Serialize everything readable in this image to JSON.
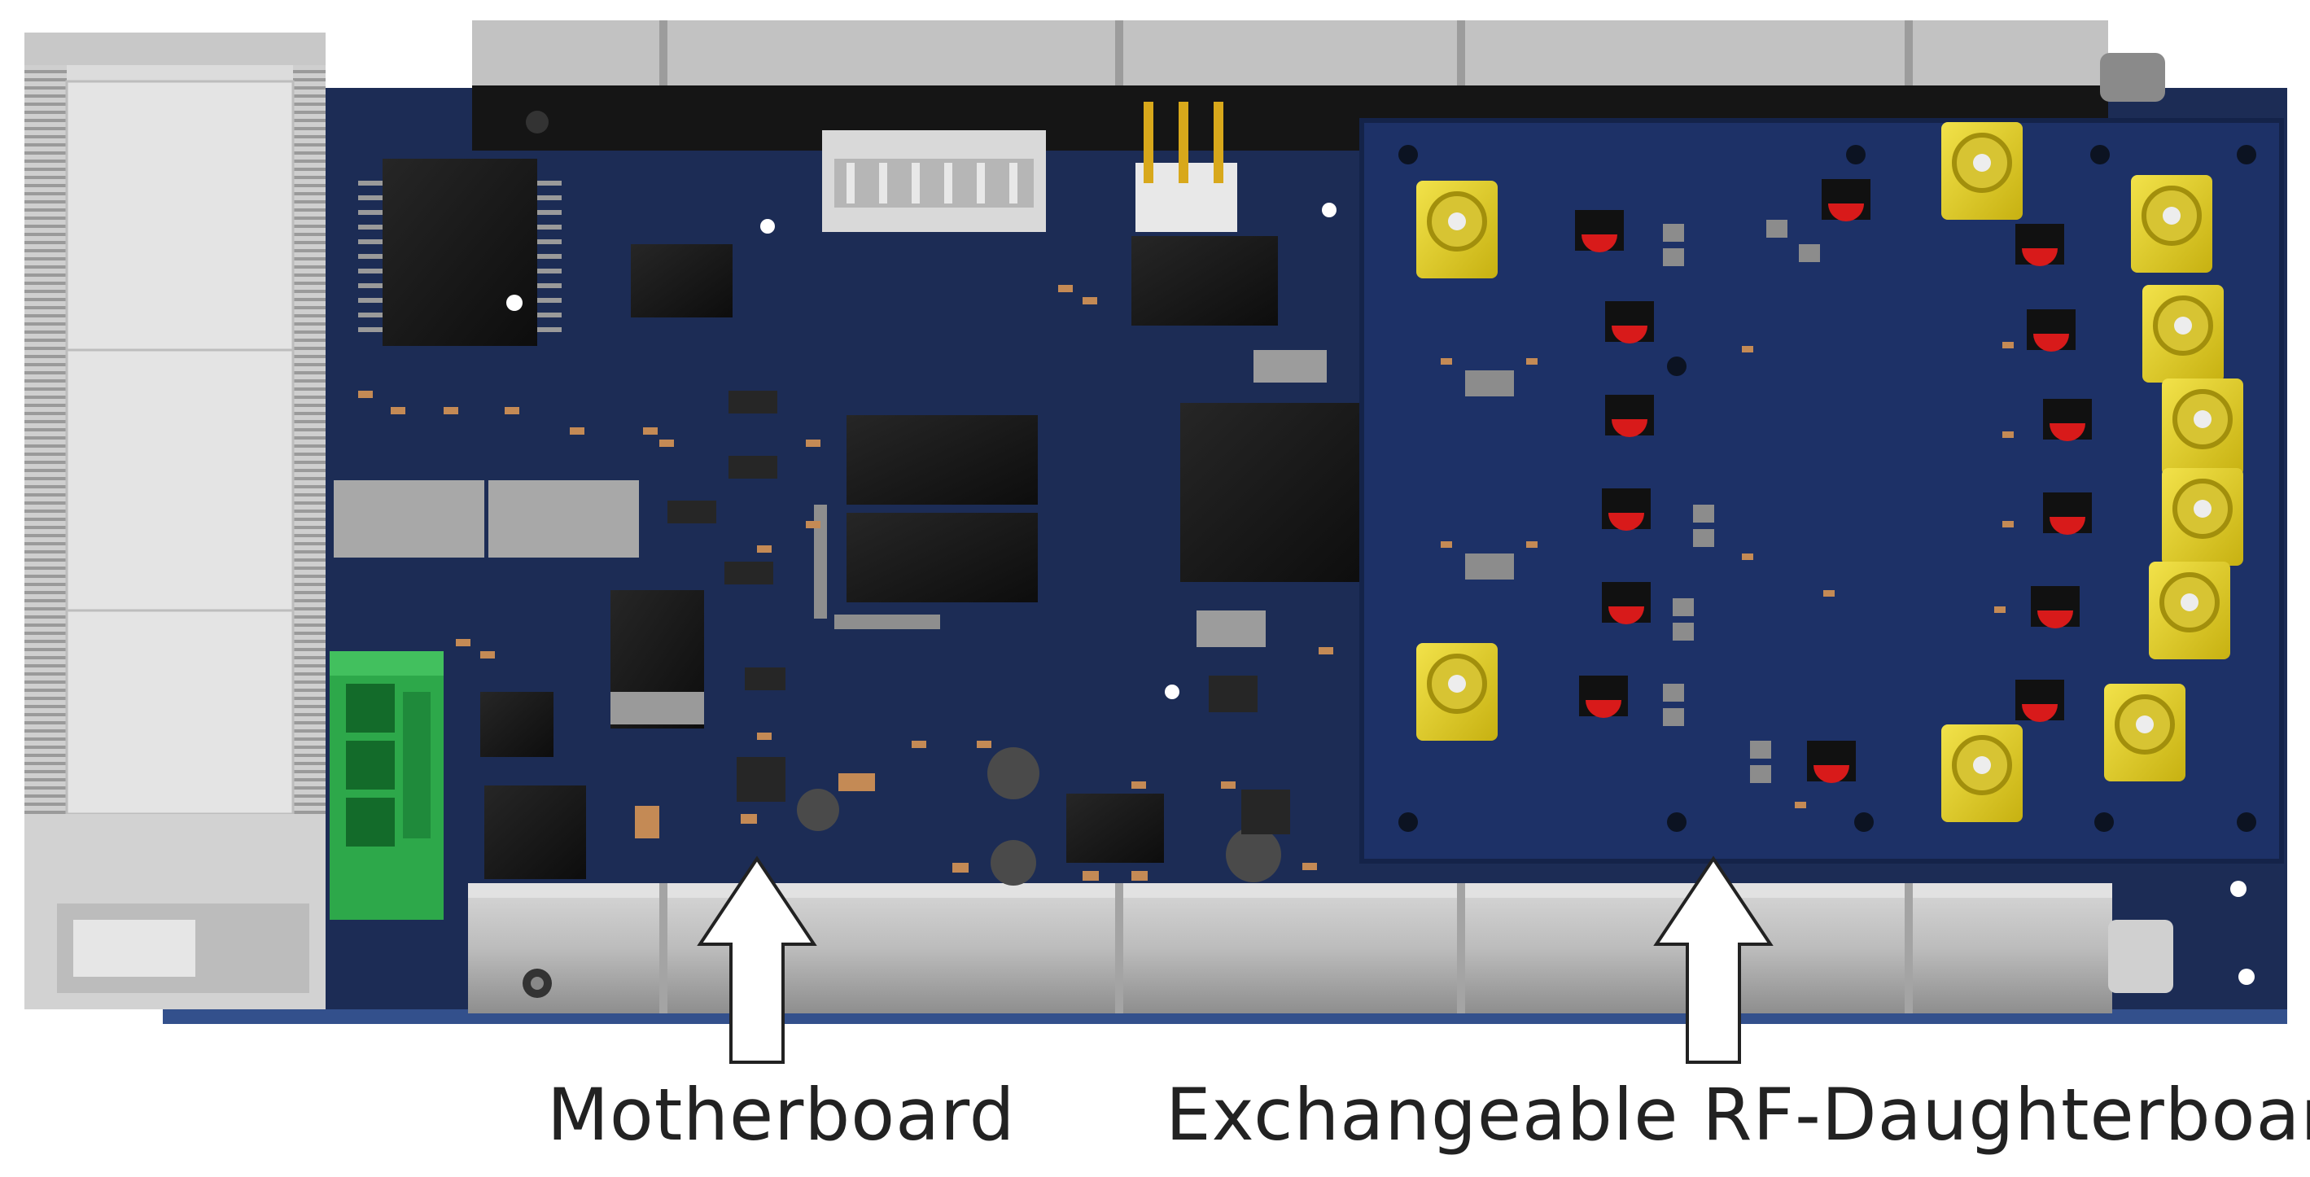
{
  "labels": {
    "motherboard": "Motherboard",
    "rf_daughterboard": "Exchangeable RF-Daughterboard"
  },
  "colors": {
    "background": "#ffffff",
    "pcb": "#1c2c55",
    "daughterboard": "#1d3167",
    "rail": "#bdbdbd",
    "connector_housing": "#d6d6d6",
    "sma_connector": "#e3cf26",
    "rf_component": "#d81a1a",
    "terminal_block": "#2da84a",
    "chip": "#151515",
    "arrow": "#ffffff",
    "caption_text": "#222222"
  },
  "objects": {
    "board_edge_connector": "backplane-connector",
    "power_terminal": "green-terminal-block",
    "header": "pin-header",
    "rf_connectors": "sma-connectors",
    "arrows": "pointer-arrows"
  }
}
